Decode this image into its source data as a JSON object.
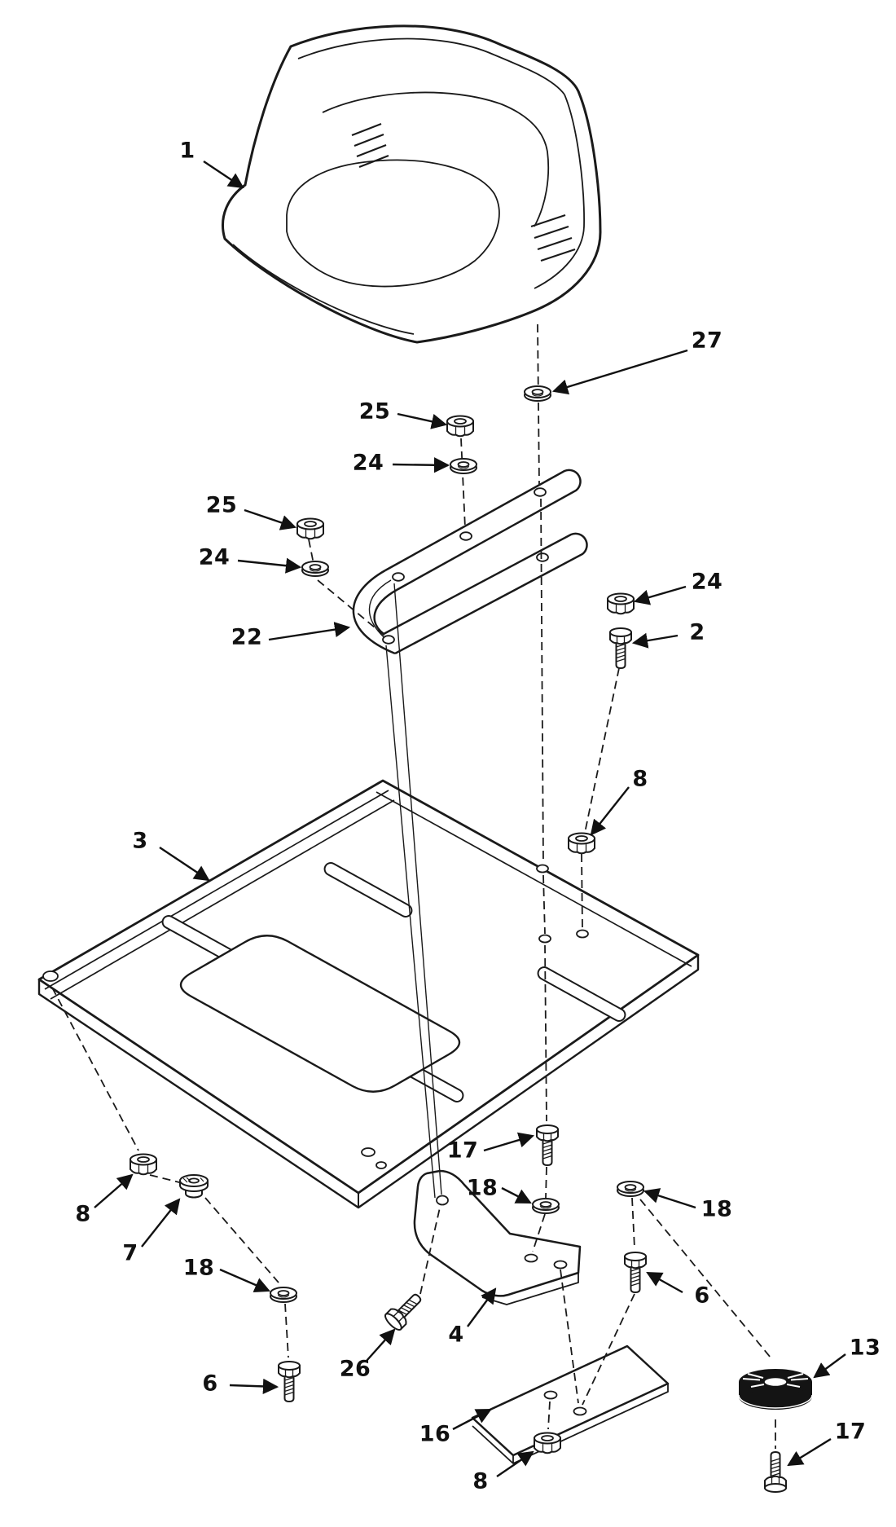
{
  "diagram": {
    "type": "exploded-parts-diagram",
    "colors": {
      "background": "#ffffff",
      "line": "#1a1a1a",
      "bumper_fill": "#141414"
    },
    "labels": [
      {
        "text": "1"
      },
      {
        "text": "27"
      },
      {
        "text": "25"
      },
      {
        "text": "24"
      },
      {
        "text": "25"
      },
      {
        "text": "24"
      },
      {
        "text": "24"
      },
      {
        "text": "2"
      },
      {
        "text": "22"
      },
      {
        "text": "8"
      },
      {
        "text": "3"
      },
      {
        "text": "17"
      },
      {
        "text": "18"
      },
      {
        "text": "18"
      },
      {
        "text": "8"
      },
      {
        "text": "7"
      },
      {
        "text": "18"
      },
      {
        "text": "6"
      },
      {
        "text": "4"
      },
      {
        "text": "26"
      },
      {
        "text": "6"
      },
      {
        "text": "13"
      },
      {
        "text": "16"
      },
      {
        "text": "17"
      },
      {
        "text": "8"
      }
    ]
  }
}
